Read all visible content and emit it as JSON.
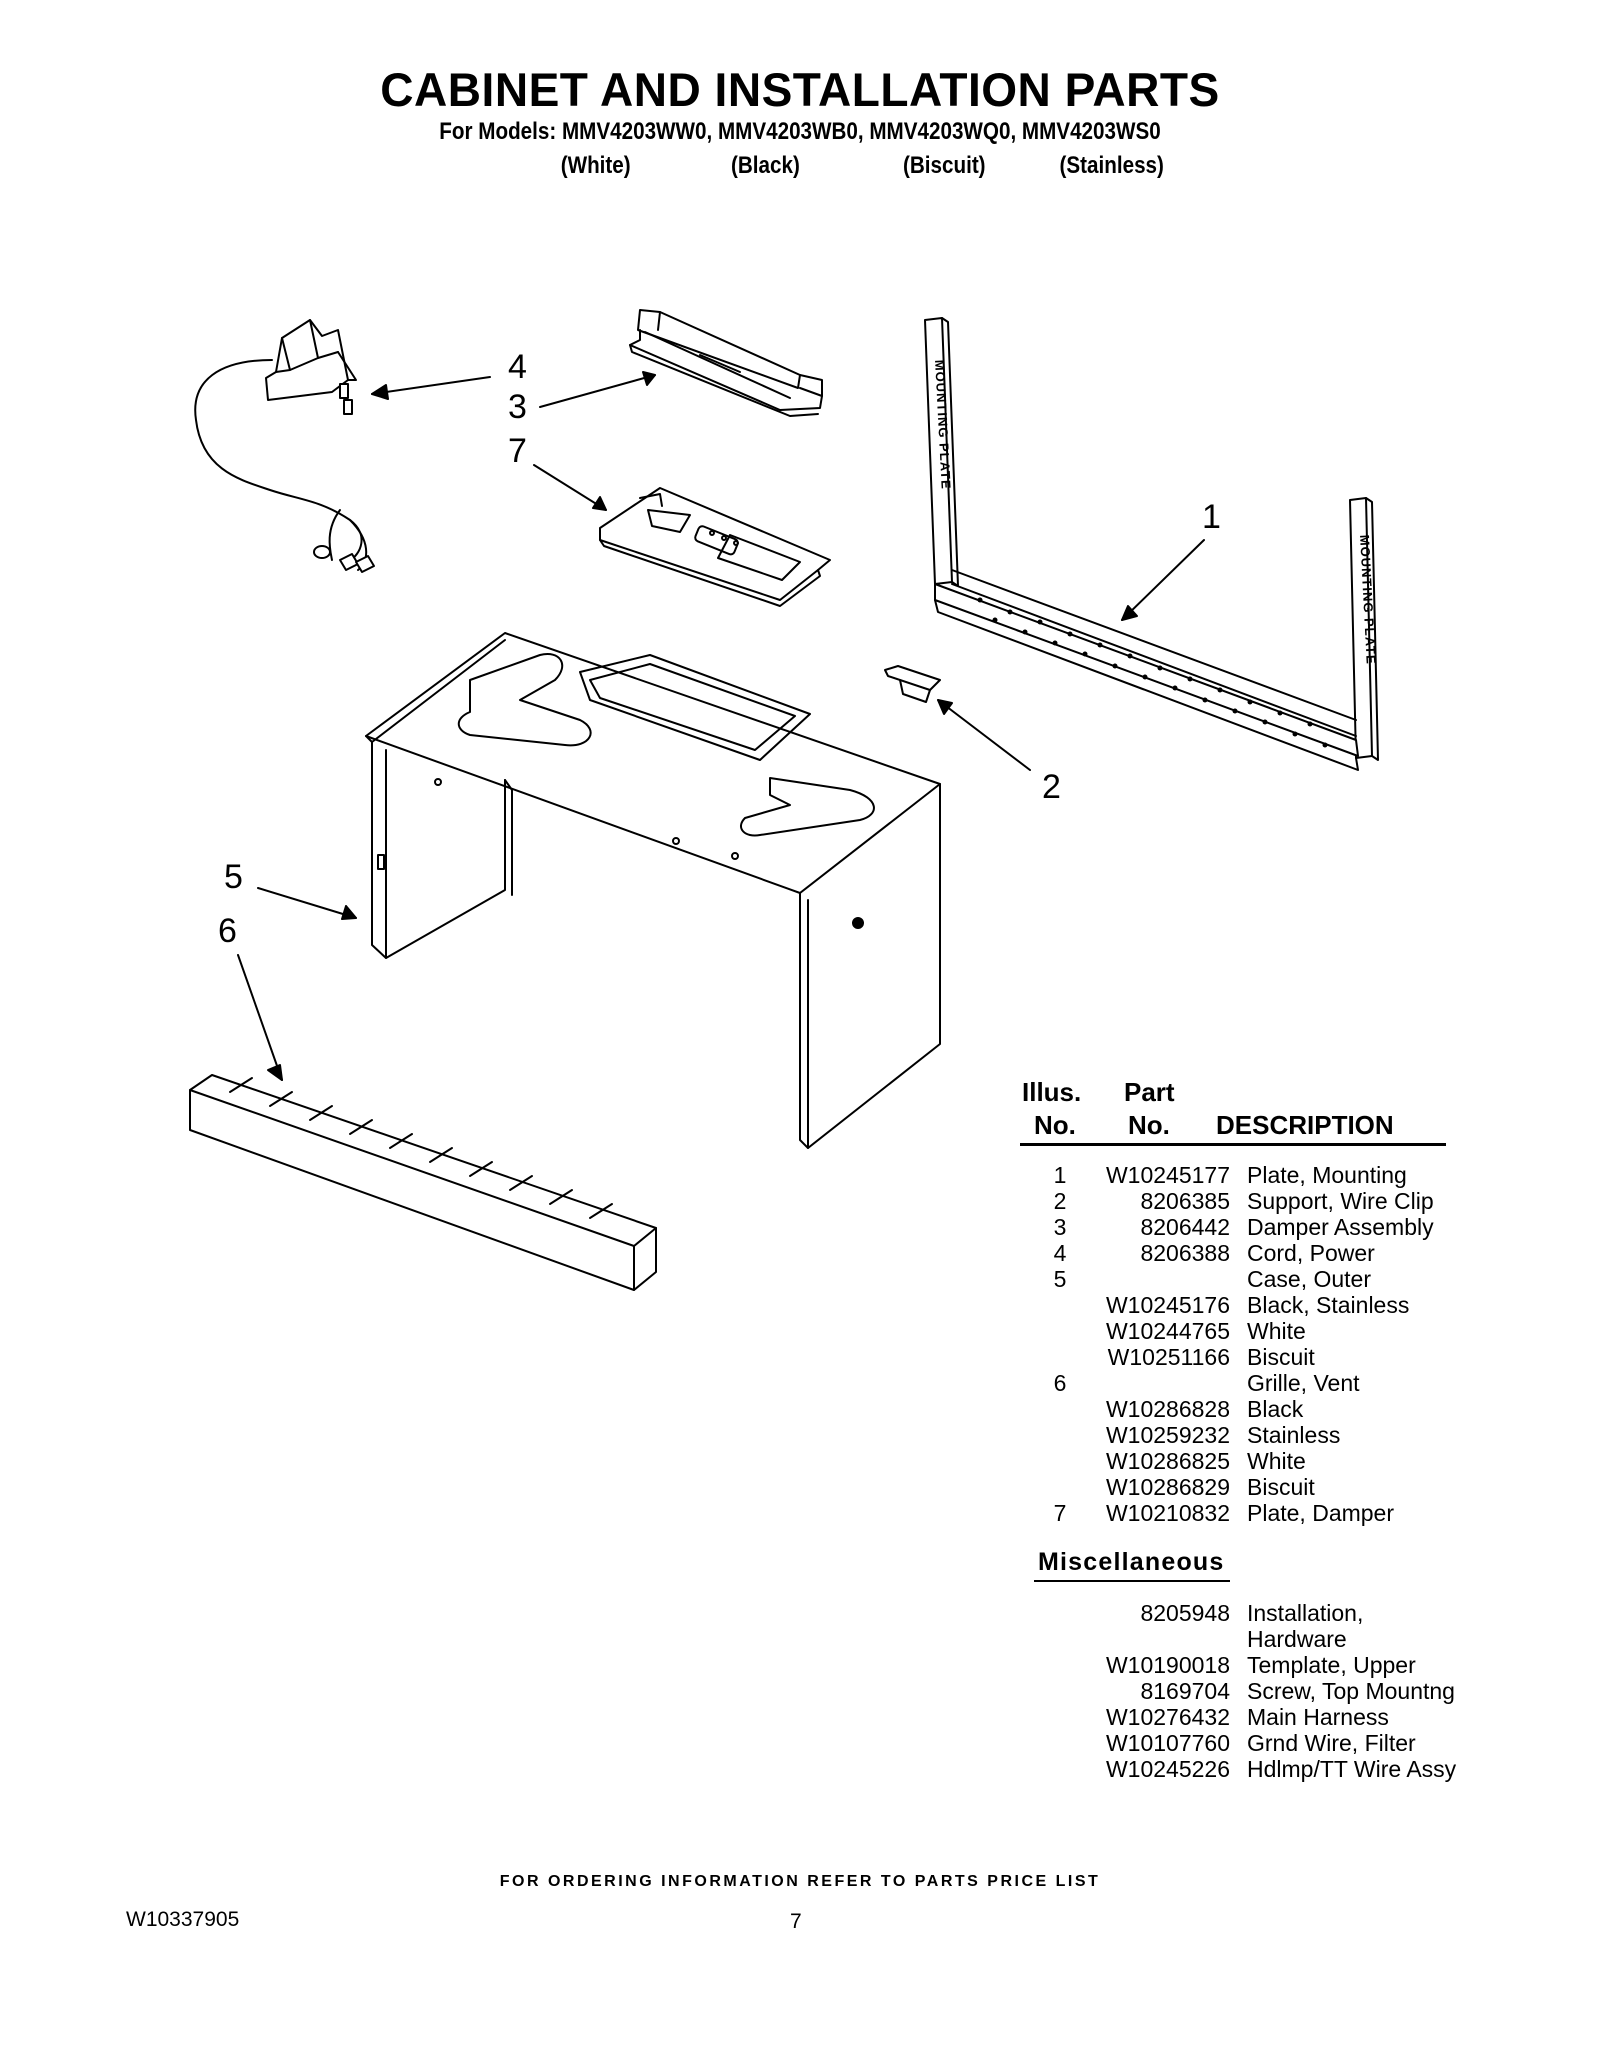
{
  "header": {
    "title": "CABINET AND INSTALLATION PARTS",
    "models": "For Models: MMV4203WW0, MMV4203WB0, MMV4203WQ0, MMV4203WS0",
    "colors": [
      "(White)",
      "(Black)",
      "(Biscuit)",
      "(Stainless)"
    ]
  },
  "diagram": {
    "callouts": [
      "4",
      "3",
      "7",
      "1",
      "2",
      "5",
      "6"
    ],
    "mounting_plate_label": "MOUNTING PLATE"
  },
  "parts_table": {
    "headers": {
      "illus_line1": "Illus.",
      "illus_line2": "No.",
      "part_line1": "Part",
      "part_line2": "No.",
      "description": "DESCRIPTION"
    },
    "rows": [
      {
        "illus": "1",
        "part": "W10245177",
        "description": "Plate, Mounting"
      },
      {
        "illus": "2",
        "part": "8206385",
        "description": "Support, Wire Clip"
      },
      {
        "illus": "3",
        "part": "8206442",
        "description": "Damper Assembly"
      },
      {
        "illus": "4",
        "part": "8206388",
        "description": "Cord, Power"
      },
      {
        "illus": "5",
        "part": "",
        "description": "Case, Outer"
      },
      {
        "illus": "",
        "part": "W10245176",
        "description": "Black, Stainless"
      },
      {
        "illus": "",
        "part": "W10244765",
        "description": "White"
      },
      {
        "illus": "",
        "part": "W10251166",
        "description": "Biscuit"
      },
      {
        "illus": "6",
        "part": "",
        "description": "Grille, Vent"
      },
      {
        "illus": "",
        "part": "W10286828",
        "description": "Black"
      },
      {
        "illus": "",
        "part": "W10259232",
        "description": "Stainless"
      },
      {
        "illus": "",
        "part": "W10286825",
        "description": "White"
      },
      {
        "illus": "",
        "part": "W10286829",
        "description": "Biscuit"
      },
      {
        "illus": "7",
        "part": "W10210832",
        "description": "Plate, Damper"
      }
    ]
  },
  "miscellaneous": {
    "title": "Miscellaneous",
    "rows": [
      {
        "part": "8205948",
        "description": "Installation,"
      },
      {
        "part": "",
        "description": "Hardware"
      },
      {
        "part": "W10190018",
        "description": "Template, Upper"
      },
      {
        "part": "8169704",
        "description": "Screw, Top Mountng"
      },
      {
        "part": "W10276432",
        "description": "Main Harness"
      },
      {
        "part": "W10107760",
        "description": "Grnd Wire, Filter"
      },
      {
        "part": "W10245226",
        "description": "Hdlmp/TT Wire Assy"
      }
    ]
  },
  "footer": {
    "ordering_note": "FOR ORDERING INFORMATION REFER TO PARTS PRICE LIST",
    "document_number": "W10337905",
    "page_number": "7"
  }
}
